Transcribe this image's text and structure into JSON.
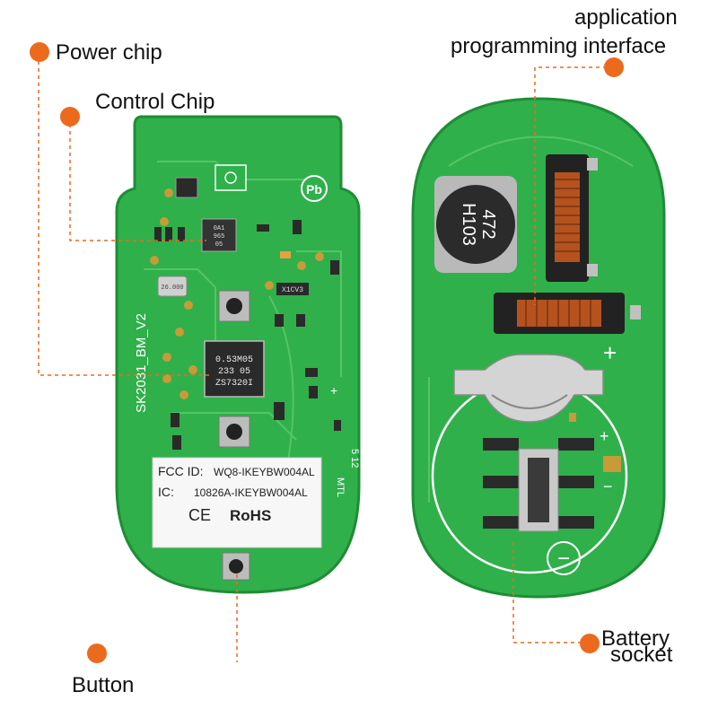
{
  "callouts": {
    "power_chip": "Power chip",
    "control_chip": "Control Chip",
    "button": "Button",
    "api_line1": "application",
    "api_line2": "programming interface",
    "battery_line1": "Battery",
    "battery_line2": "socket"
  },
  "board_text": {
    "silkscreen_model": "SK2031_BM_V2",
    "fcc_id": "FCC ID:",
    "fcc_value": "WQ8-IKEYBW004AL",
    "ic_label": "IC:",
    "ic_value": "10826A-IKEYBW004AL",
    "ce": "CE",
    "rohs": "RoHS",
    "chip_line1": "0.53M05",
    "chip_line2": "233 05",
    "chip_line3": "ZS7320I",
    "small_chip_line1": "0A1",
    "small_chip_line2": "965",
    "small_chip_line3": "05",
    "crystal": "26.000",
    "diode": "X1CV3",
    "mtl": "MTL",
    "mtl_num": "5 12",
    "pb": "Pb",
    "inductor_line1": "472",
    "inductor_line2": "H103",
    "plus": "+",
    "minus": "−"
  },
  "colors": {
    "pcb_green": "#2fb04b",
    "pcb_edge": "#1f8d37",
    "trace_green": "#55c466",
    "pad_gold": "#c89a3a",
    "callout_orange": "#ec6a1e",
    "solder_silver": "#c9c9c9"
  }
}
